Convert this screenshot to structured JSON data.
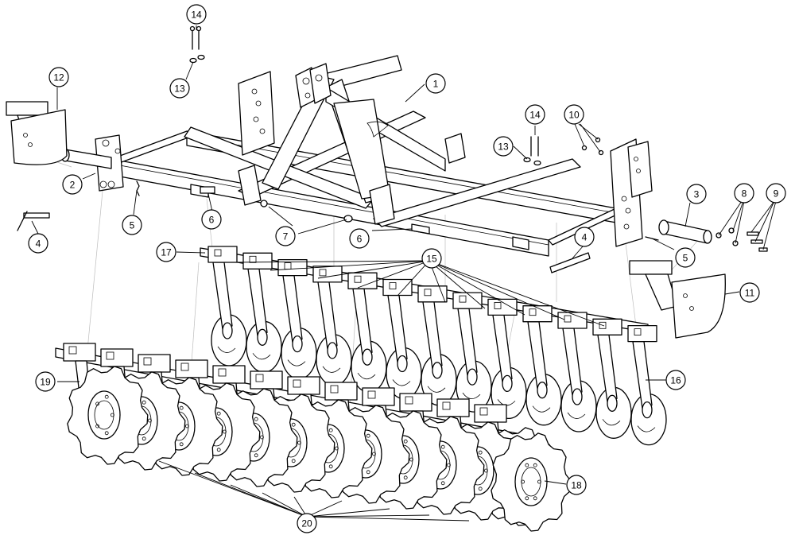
{
  "callouts": [
    {
      "id": "c1",
      "label": "1"
    },
    {
      "id": "c2",
      "label": "2"
    },
    {
      "id": "c3",
      "label": "3"
    },
    {
      "id": "c4a",
      "label": "4"
    },
    {
      "id": "c4b",
      "label": "4"
    },
    {
      "id": "c5a",
      "label": "5"
    },
    {
      "id": "c5b",
      "label": "5"
    },
    {
      "id": "c6a",
      "label": "6"
    },
    {
      "id": "c6b",
      "label": "6"
    },
    {
      "id": "c7",
      "label": "7"
    },
    {
      "id": "c8",
      "label": "8"
    },
    {
      "id": "c9",
      "label": "9"
    },
    {
      "id": "c10",
      "label": "10"
    },
    {
      "id": "c11",
      "label": "11"
    },
    {
      "id": "c12",
      "label": "12"
    },
    {
      "id": "c13a",
      "label": "13"
    },
    {
      "id": "c13b",
      "label": "13"
    },
    {
      "id": "c14a",
      "label": "14"
    },
    {
      "id": "c14b",
      "label": "14"
    },
    {
      "id": "c15",
      "label": "15"
    },
    {
      "id": "c16",
      "label": "16"
    },
    {
      "id": "c17",
      "label": "17"
    },
    {
      "id": "c18",
      "label": "18"
    },
    {
      "id": "c19",
      "label": "19"
    },
    {
      "id": "c20",
      "label": "20"
    }
  ],
  "colors": {
    "line": "#000000",
    "background": "#ffffff",
    "guide": "#bdbdbd"
  }
}
